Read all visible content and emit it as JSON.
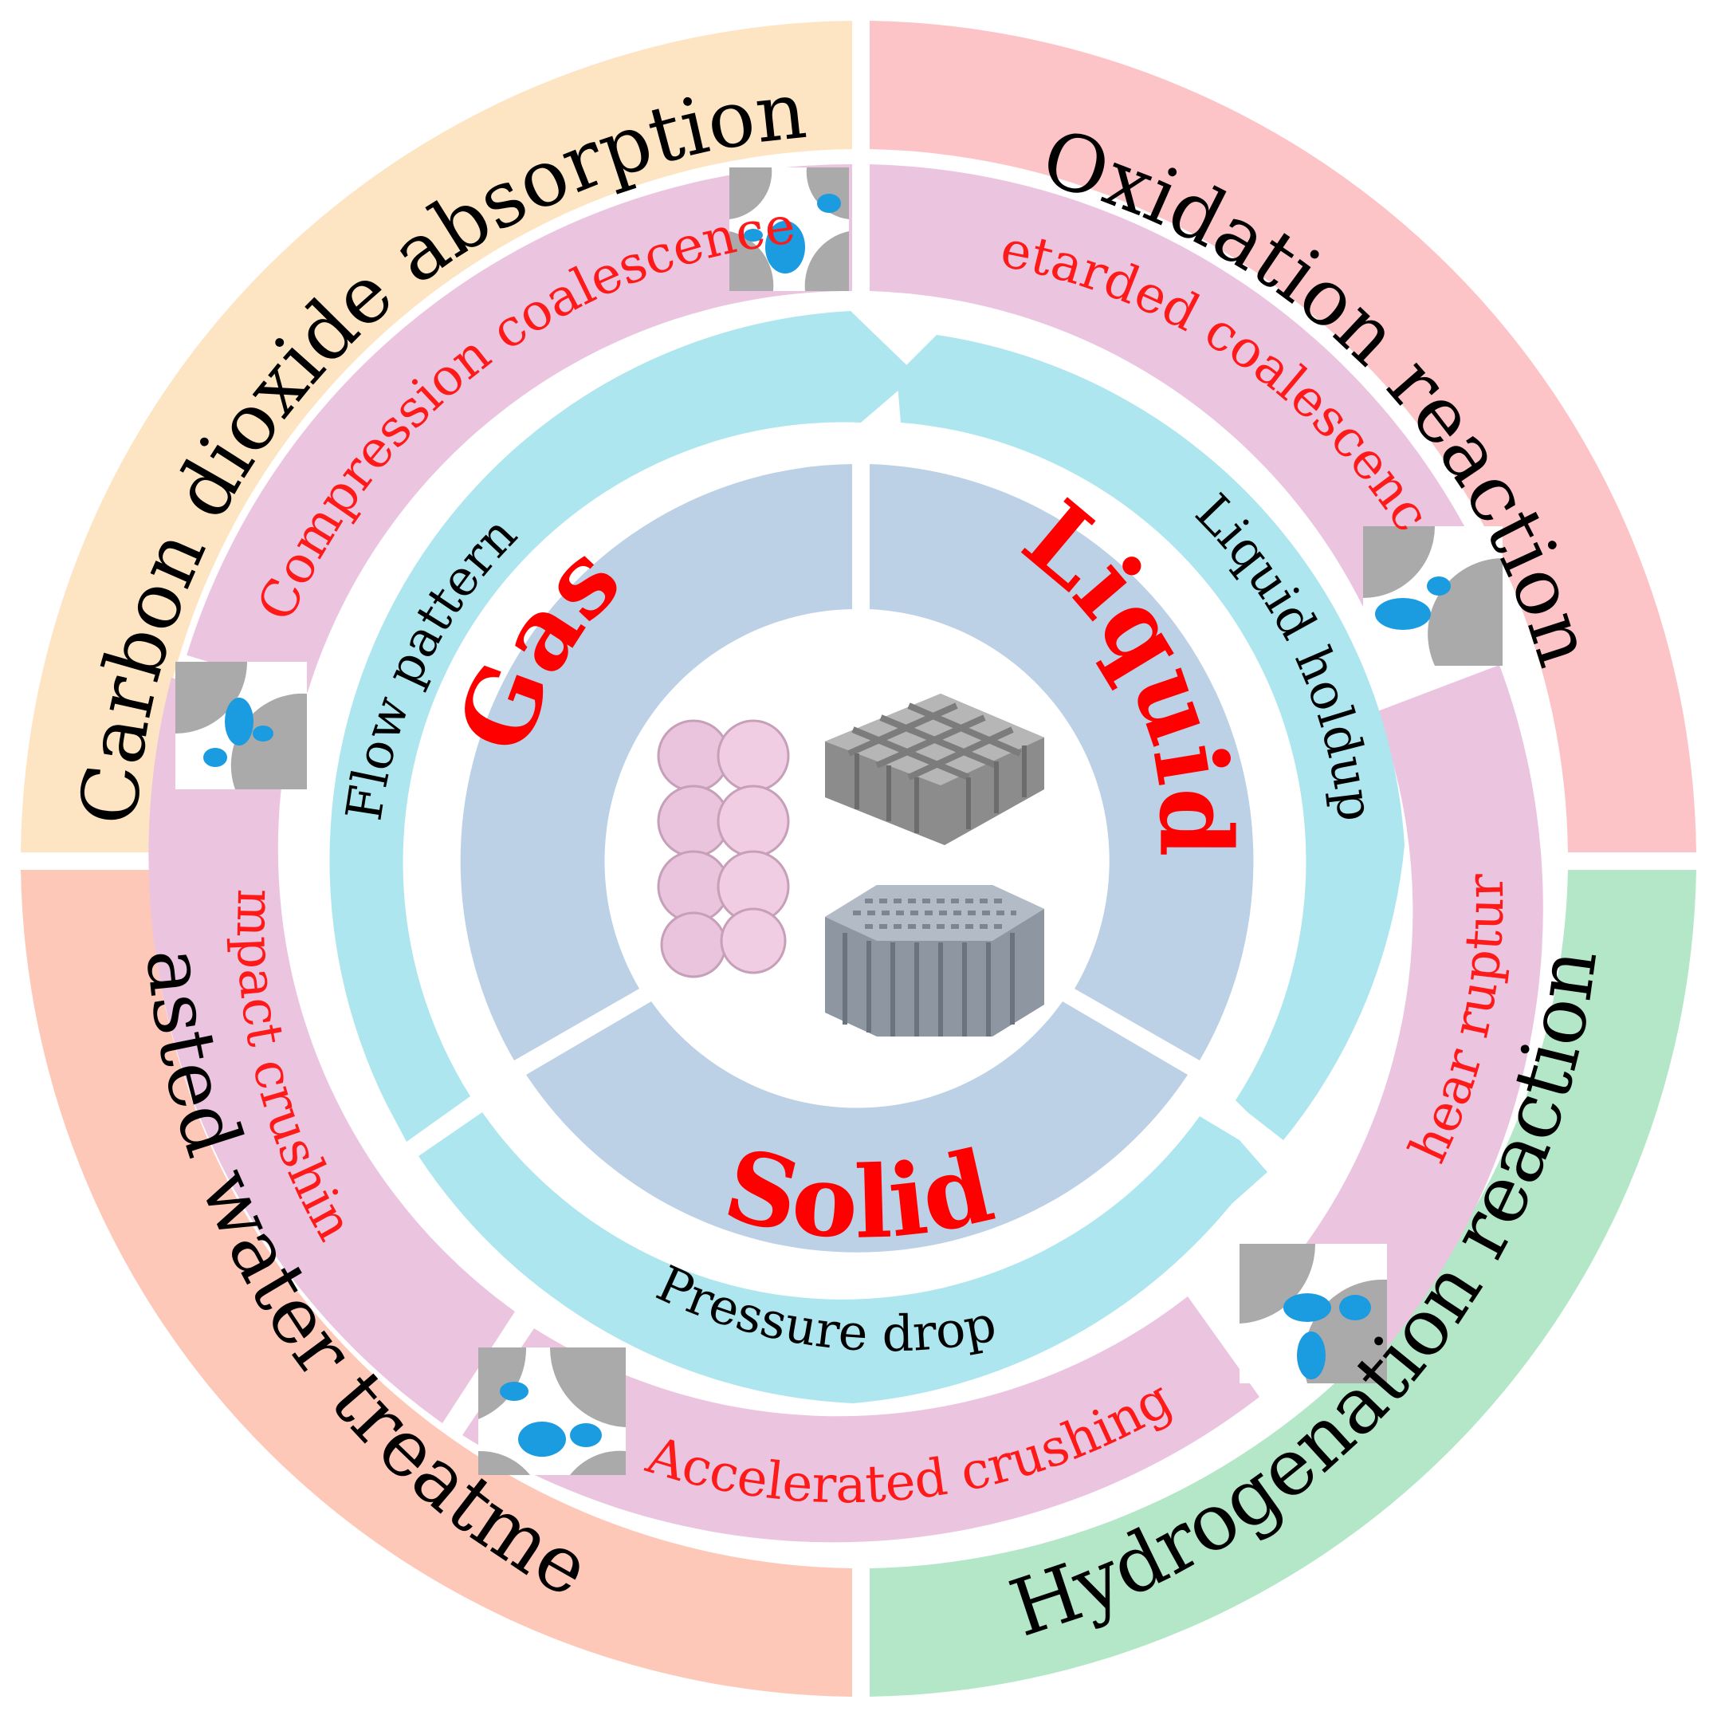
{
  "applications": [
    {
      "id": "co2",
      "label": "Carbon dioxide absorption",
      "color": "#fde5c4"
    },
    {
      "id": "oxidation",
      "label": "Oxidation reaction",
      "color": "#fdc4c8"
    },
    {
      "id": "hydrogenation",
      "label": "Hydrogenation reaction",
      "color": "#b4e6c8"
    },
    {
      "id": "wastewater",
      "label": "Wasted water treatment",
      "color": "#fdc8b8"
    }
  ],
  "mechanisms": [
    {
      "id": "compression",
      "label": "Compression coalescence"
    },
    {
      "id": "retarded",
      "label": "Retarded coalescence"
    },
    {
      "id": "shear",
      "label": "Shear rupture"
    },
    {
      "id": "accelerated",
      "label": "Accelerated crushing"
    },
    {
      "id": "impact",
      "label": "Impact crushing"
    }
  ],
  "parameters": [
    {
      "id": "flow",
      "label": "Flow pattern"
    },
    {
      "id": "holdup",
      "label": "Liquid holdup"
    },
    {
      "id": "pressure",
      "label": "Pressure drop"
    }
  ],
  "phases": [
    {
      "id": "gas",
      "label": "Gas"
    },
    {
      "id": "liquid",
      "label": "Liquid"
    },
    {
      "id": "solid",
      "label": "Solid"
    }
  ],
  "colors": {
    "mechanism_ring": "#ebc5e0",
    "parameter_ring": "#ade6ee",
    "phase_ring": "#bcd0e6",
    "bubble": "#1b9be0",
    "packing": "#aaaaaa",
    "sphere": "#f0cde3",
    "label_red": "#ff1a1a"
  }
}
